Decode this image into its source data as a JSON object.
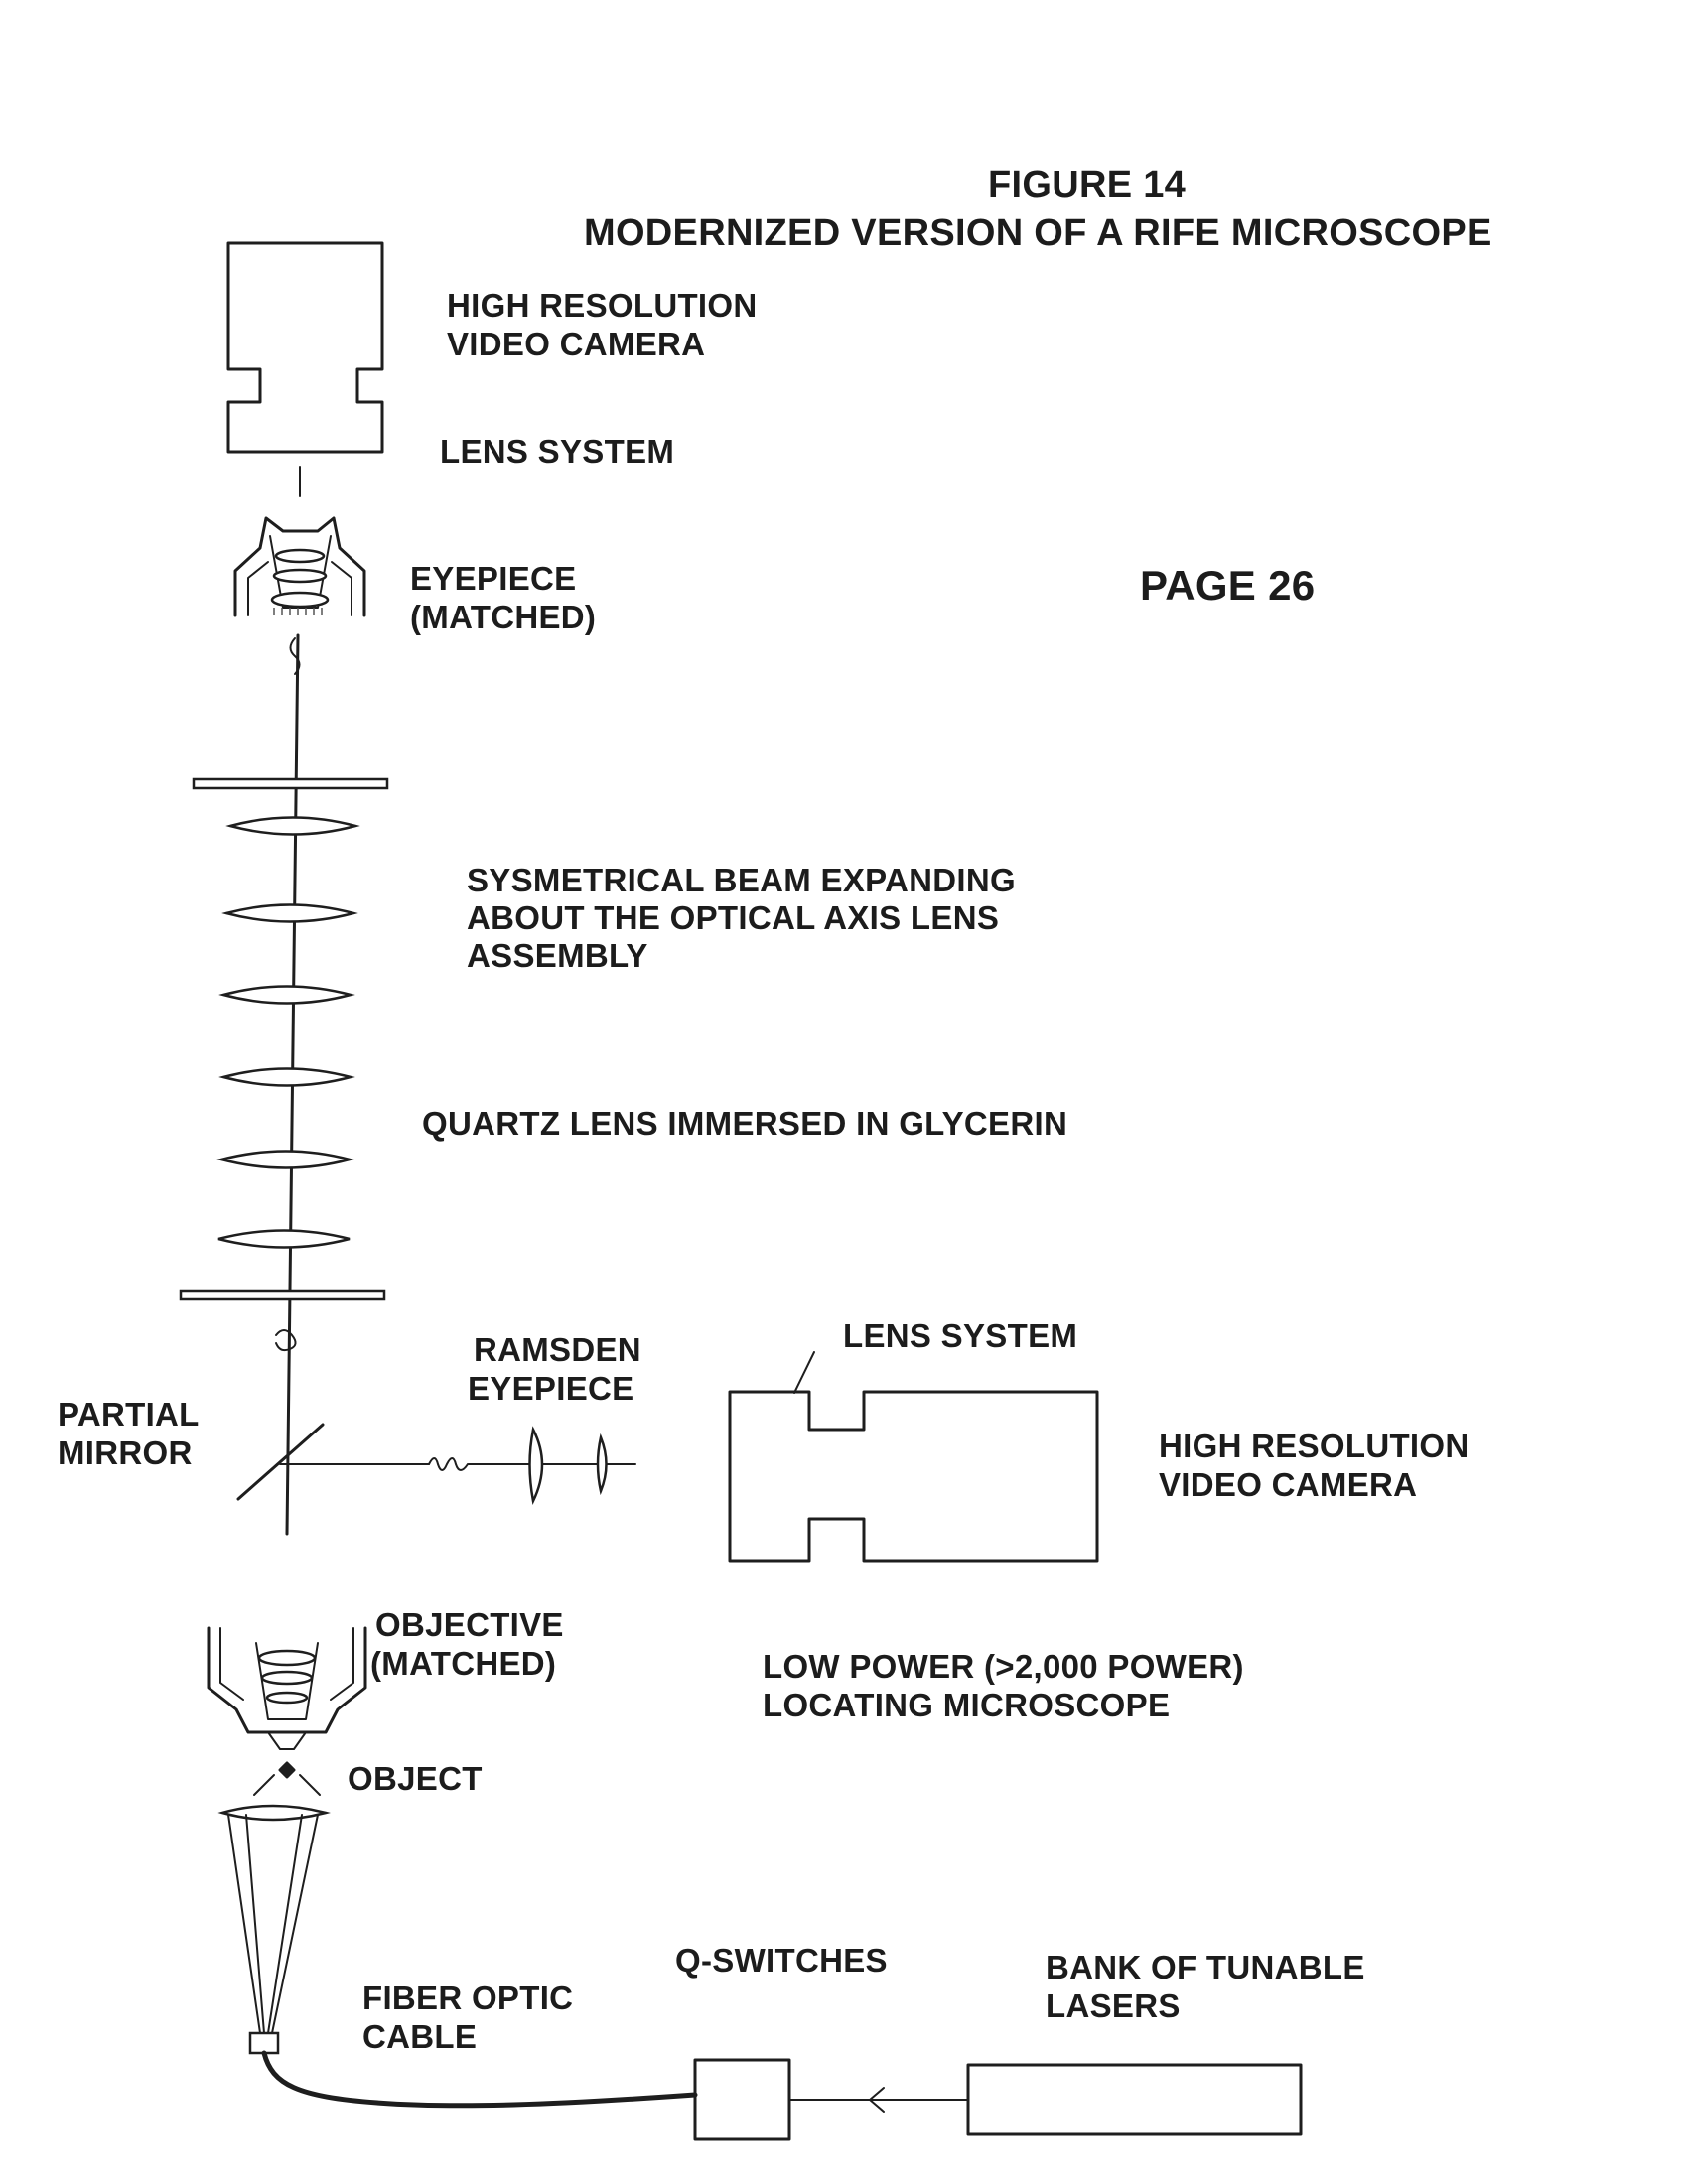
{
  "figure": {
    "number": "FIGURE 14",
    "title": "MODERNIZED VERSION OF A RIFE MICROSCOPE",
    "page": "PAGE  26"
  },
  "labels": {
    "top_camera_l1": "HIGH RESOLUTION",
    "top_camera_l2": "VIDEO CAMERA",
    "top_lens_system": "LENS SYSTEM",
    "eyepiece_l1": "EYEPIECE",
    "eyepiece_l2": "(MATCHED)",
    "beam_l1": "SYSMETRICAL BEAM EXPANDING",
    "beam_l2": "ABOUT THE OPTICAL AXIS LENS",
    "beam_l3": "ASSEMBLY",
    "quartz": "QUARTZ  LENS IMMERSED IN GLYCERIN",
    "ramsden_l1": "RAMSDEN",
    "ramsden_l2": "EYEPIECE",
    "side_lens_system": "LENS SYSTEM",
    "mirror_l1": "PARTIAL",
    "mirror_l2": "MIRROR",
    "side_camera_l1": "HIGH RESOLUTION",
    "side_camera_l2": "VIDEO CAMERA",
    "objective_l1": "OBJECTIVE",
    "objective_l2": "(MATCHED)",
    "low_power_l1": "LOW POWER (>2,000 POWER)",
    "low_power_l2": "LOCATING MICROSCOPE",
    "object": "OBJECT",
    "qswitch": "Q-SWITCHES",
    "lasers_l1": "BANK OF TUNABLE",
    "lasers_l2": "LASERS",
    "fiber_l1": "FIBER OPTIC",
    "fiber_l2": "CABLE"
  }
}
